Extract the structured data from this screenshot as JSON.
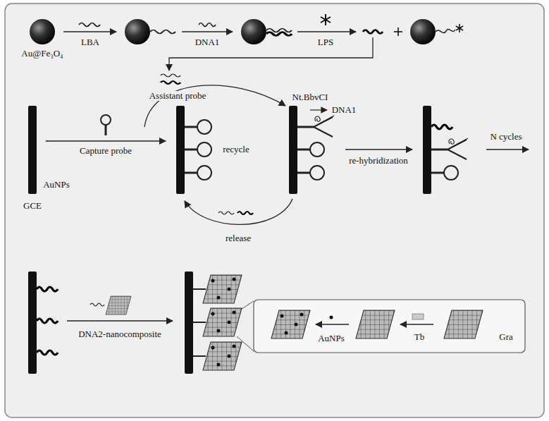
{
  "diagram": {
    "labels": [
      "Au@Fe₃O₄",
      "LBA",
      "DNA1",
      "LPS",
      "Assistant probe",
      "Nt.BbvCI",
      "DNA1",
      "Capture probe",
      "recycle",
      "re-hybridization",
      "N cycles",
      "AuNPs",
      "GCE",
      "release",
      "DNA2-nanocomposite",
      "AuNPs",
      "Tb",
      "Gra"
    ]
  }
}
